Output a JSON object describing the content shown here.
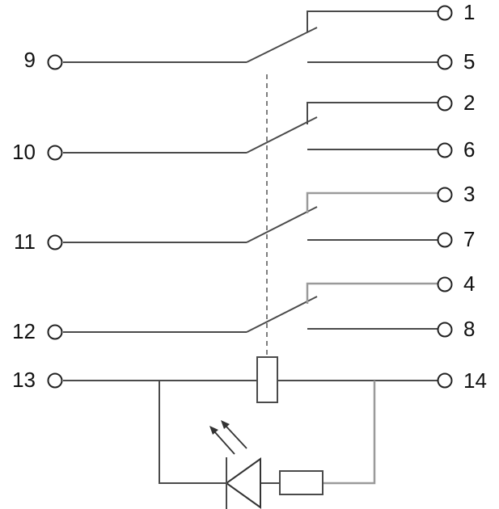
{
  "terminals": {
    "t1": "1",
    "t2": "2",
    "t3": "3",
    "t4": "4",
    "t5": "5",
    "t6": "6",
    "t7": "7",
    "t8": "8",
    "t9": "9",
    "t10": "10",
    "t11": "11",
    "t12": "12",
    "t13": "13",
    "t14": "14"
  },
  "colors": {
    "wire": "#4a4a4a",
    "wire_light": "#9a9a9a",
    "background": "#ffffff"
  }
}
